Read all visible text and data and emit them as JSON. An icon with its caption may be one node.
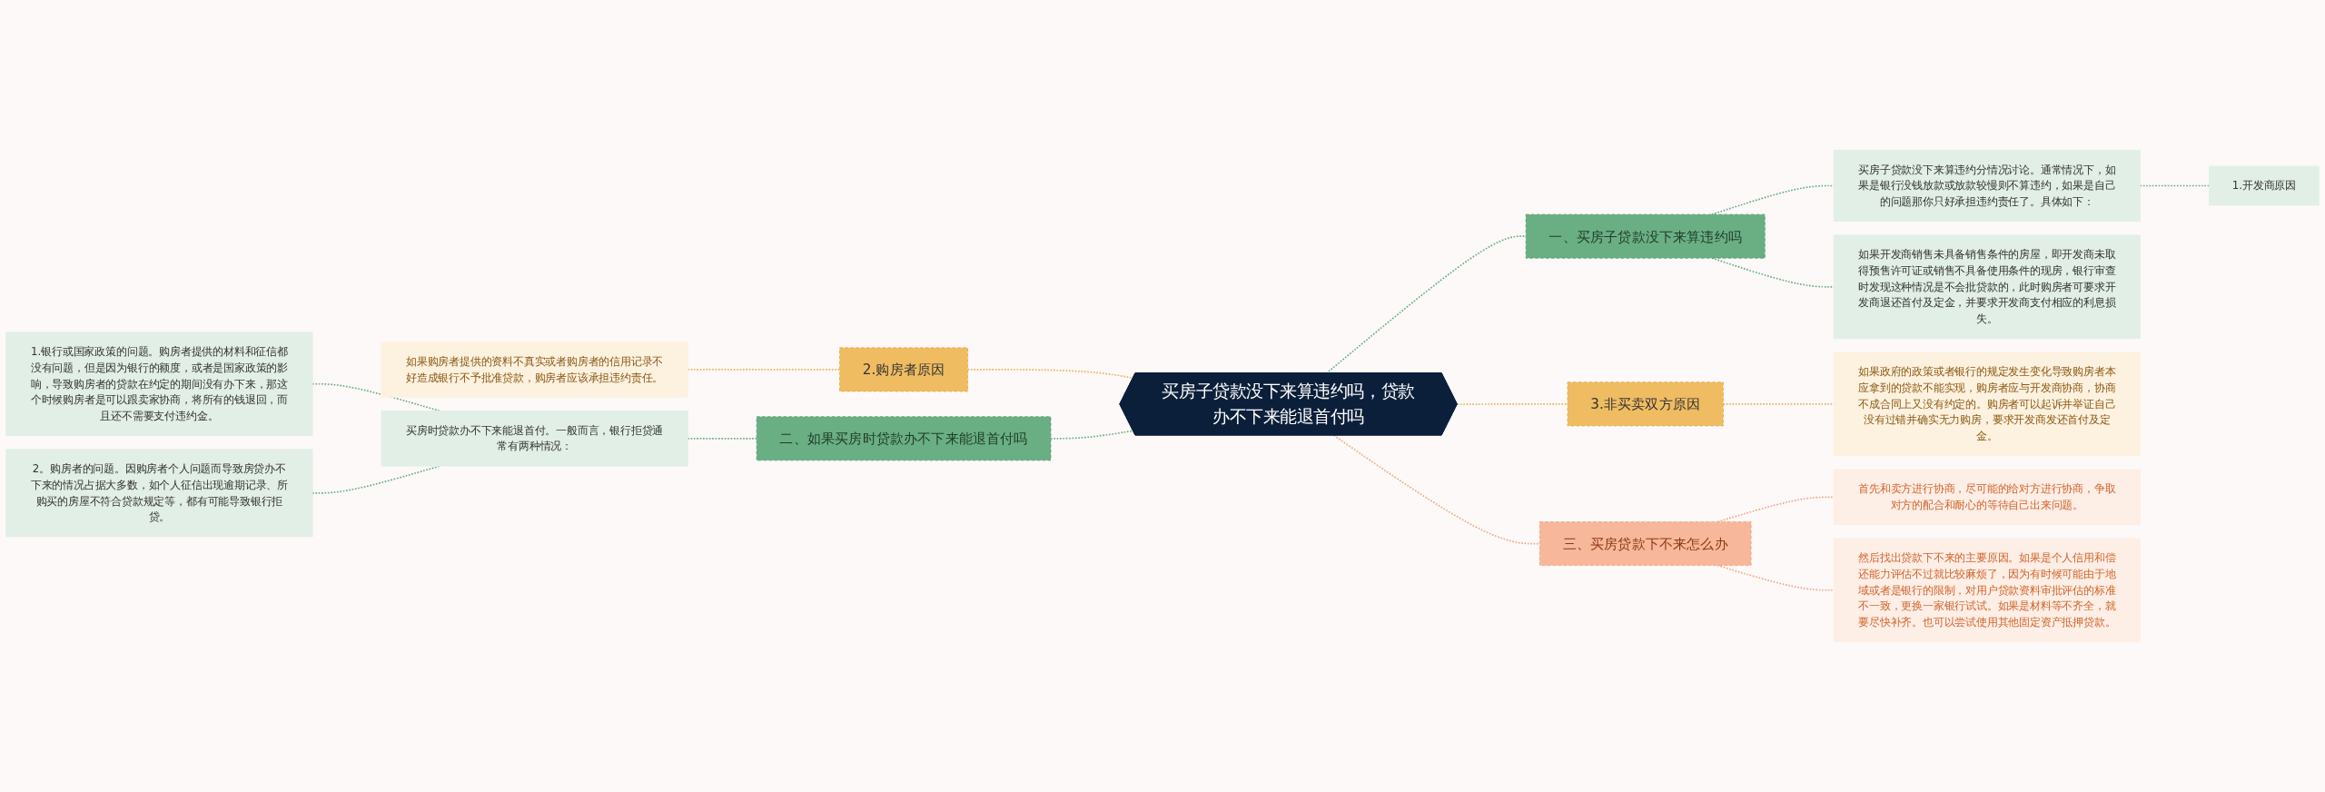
{
  "diagram": {
    "nodes": [
      {
        "text": [
          "买房子贷款没下来算违约吗，贷款办不下来能退首付吗"
        ]
      },
      {
        "text": [
          "一、买房子贷款没下来算违约吗"
        ]
      },
      {
        "text": [
          "买房子贷款没下来算违约分情况讨论。通常情况下，如果是银行没钱放款或放款较慢则不算违约，如果是自己的问题那你只好承担违约责任了。具体如下："
        ]
      },
      {
        "text": [
          "1.开发商原因"
        ]
      },
      {
        "text": [
          "如果开发商销售未具备销售条件的房屋，即开发商未取得预售许可证或销售不具备使用条件的现房，银行审查时发现这种情况是不会批贷款的，此时购房者可要求开发商退还首付及定金，并要求开发商支付相应的利息损失。"
        ]
      },
      {
        "text": [
          "3.非买卖双方原因"
        ]
      },
      {
        "text": [
          "如果政府的政策或者银行的规定发生变化导致购房者本应拿到的贷款不能实现，购房者应与开发商协商，协商不成合同上又没有约定的。购房者可以起诉并举证自己没有过错并确实无力购房，要求开发商发还首付及定金。"
        ]
      },
      {
        "text": [
          "三、买房贷款下不来怎么办"
        ]
      },
      {
        "text": [
          "首先和卖方进行协商，尽可能的给对方进行协商，争取对方的配合和耐心的等待自己出来问题。"
        ]
      },
      {
        "text": [
          "然后找出贷款下不来的主要原因。如果是个人信用和偿还能力评估不过就比较麻烦了，因为有时候可能由于地域或者是银行的限制，对用户贷款资料审批评估的标准不一致，更换一家银行试试。如果是材料等不齐全，就要尽快补齐。也可以尝试使用其他固定资产抵押贷款。"
        ]
      },
      {
        "text": [
          "2.购房者原因"
        ]
      },
      {
        "text": [
          "如果购房者提供的资料不真实或者购房者的信用记录不好造成银行不予批准贷款，购房者应该承担违约责任。"
        ]
      },
      {
        "text": [
          "二、如果买房时贷款办不下来能退首付吗"
        ]
      },
      {
        "text": [
          "买房时贷款办不下来能退首付。一般而言，银行拒贷通常有两种情况："
        ]
      },
      {
        "text": [
          "1.银行或国家政策的问题。购房者提供的材料和征信都没有问题，但是因为银行的额度，或者是国家政策的影响，导致购房者的贷款在约定的期间没有办下来，那这个时候购房者是可以跟卖家协商，将所有的钱退回，而且还不需要支付违约金。"
        ]
      },
      {
        "text": [
          "2。购房者的问题。因购房者个人问题而导致房贷办不下来的情况占据大多数，如个人征信出现逾期记录、所购买的房屋不符合贷款规定等，都有可能导致银行拒贷。"
        ]
      }
    ],
    "edges": [
      {
        "from": 0,
        "to": 1,
        "arrow": "none",
        "style": "dashed"
      },
      {
        "from": 1,
        "to": 2,
        "arrow": "none",
        "style": "dashed"
      },
      {
        "from": 2,
        "to": 3,
        "arrow": "none",
        "style": "dashed"
      },
      {
        "from": 1,
        "to": 4,
        "arrow": "none",
        "style": "dashed"
      },
      {
        "from": 0,
        "to": 5,
        "arrow": "none",
        "style": "dashed",
        "color": "#e8b45a"
      },
      {
        "from": 5,
        "to": 6,
        "arrow": "none",
        "style": "dashed",
        "color": "#e8b45a"
      },
      {
        "from": 0,
        "to": 7,
        "arrow": "none",
        "style": "dashed",
        "color": "#f0a88a"
      },
      {
        "from": 7,
        "to": 8,
        "arrow": "none",
        "style": "dashed",
        "color": "#f0a88a"
      },
      {
        "from": 7,
        "to": 9,
        "arrow": "none",
        "style": "dashed",
        "color": "#f0a88a"
      },
      {
        "from": 0,
        "to": 10,
        "arrow": "none",
        "style": "dashed",
        "color": "#e8b45a"
      },
      {
        "from": 10,
        "to": 11,
        "arrow": "none",
        "style": "dashed",
        "color": "#e8b45a"
      },
      {
        "from": 0,
        "to": 12,
        "arrow": "none",
        "style": "dashed"
      },
      {
        "from": 12,
        "to": 13,
        "arrow": "none",
        "style": "dashed"
      },
      {
        "from": 13,
        "to": 14,
        "arrow": "none",
        "style": "dashed"
      },
      {
        "from": 13,
        "to": 15,
        "arrow": "none",
        "style": "dashed"
      }
    ]
  }
}
